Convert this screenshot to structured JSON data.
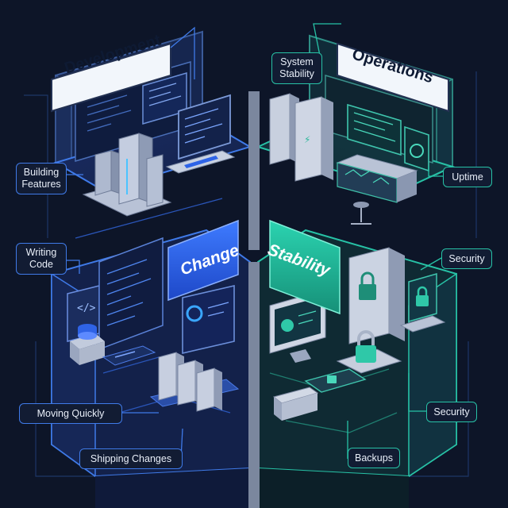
{
  "titles": {
    "development": "Development",
    "operations": "Operations"
  },
  "panels": {
    "change": "Change",
    "stability": "Stability"
  },
  "left_labels": {
    "building_features": "Building\nFeatures",
    "writing_code": "Writing\nCode",
    "moving_quickly": "Moving Quickly",
    "shipping_changes": "Shipping Changes"
  },
  "right_labels": {
    "system_stability": "System\nStability",
    "uptime": "Uptime",
    "security_upper": "Security",
    "security_lower": "Security",
    "backups": "Backups"
  },
  "colors": {
    "background": "#0d1528",
    "dev_accent": "#3f7ae8",
    "ops_accent": "#27c2a6",
    "change_panel": "#2f63e6",
    "stability_panel": "#1fa88c"
  },
  "icons": {
    "code_window": "code-brackets-icon",
    "database": "database-icon",
    "padlock": "padlock-icon",
    "gauge": "gauge-icon",
    "server_rack": "server-rack-icon"
  }
}
